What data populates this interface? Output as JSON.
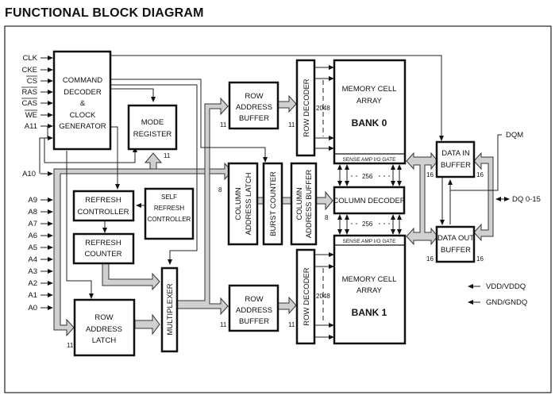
{
  "title": "FUNCTIONAL BLOCK DIAGRAM",
  "inputs": {
    "control": [
      "CLK",
      "CKE",
      "CS",
      "RAS",
      "CAS",
      "WE",
      "A11"
    ],
    "overlined": [
      "CS",
      "RAS",
      "CAS",
      "WE"
    ],
    "a10": "A10",
    "address": [
      "A9",
      "A8",
      "A7",
      "A6",
      "A5",
      "A4",
      "A3",
      "A2",
      "A1",
      "A0"
    ]
  },
  "blocks": {
    "command_decoder": [
      "COMMAND",
      "DECODER",
      "&",
      "CLOCK",
      "GENERATOR"
    ],
    "mode_register": [
      "MODE",
      "REGISTER"
    ],
    "refresh_controller": [
      "REFRESH",
      "CONTROLLER"
    ],
    "self_refresh_controller": [
      "SELF",
      "REFRESH",
      "CONTROLLER"
    ],
    "refresh_counter": [
      "REFRESH",
      "COUNTER"
    ],
    "row_address_latch": [
      "ROW",
      "ADDRESS",
      "LATCH"
    ],
    "multiplexer": "MULTIPLEXER",
    "row_address_buffer_0": [
      "ROW",
      "ADDRESS",
      "BUFFER"
    ],
    "row_address_buffer_1": [
      "ROW",
      "ADDRESS",
      "BUFFER"
    ],
    "row_decoder_0": "ROW DECODER",
    "row_decoder_1": "ROW DECODER",
    "column_address_latch": [
      "COLUMN",
      "ADDRESS LATCH"
    ],
    "burst_counter": "BURST COUNTER",
    "column_address_buffer": [
      "COLUMN",
      "ADDRESS BUFFER"
    ],
    "bank0": {
      "line1": "MEMORY CELL",
      "line2": "ARRAY",
      "name": "BANK 0",
      "sense": "SENSE AMP I/O GATE"
    },
    "bank1": {
      "line1": "MEMORY CELL",
      "line2": "ARRAY",
      "name": "BANK 1",
      "sense": "SENSE AMP I/O GATE"
    },
    "column_decoder": "COLUMN DECODER",
    "data_in_buffer": [
      "DATA IN",
      "BUFFER"
    ],
    "data_out_buffer": [
      "DATA OUT",
      "BUFFER"
    ]
  },
  "bus_widths": {
    "mode_reg": "11",
    "row_latch": "11",
    "row_buf0_in": "11",
    "row_buf0_out": "11",
    "row_buf1_in": "11",
    "row_buf1_out": "11",
    "col_latch_in": "8",
    "col_buf_out": "8",
    "rows0": "2048",
    "rows1": "2048",
    "cols_top": "256",
    "cols_bot": "256",
    "din_left": "16",
    "din_right": "16",
    "dout_left": "16",
    "dout_right": "16"
  },
  "signals": {
    "dqm": "DQM",
    "dq": "DQ 0-15",
    "vdd": "VDD/VDDQ",
    "gnd": "GND/GNDQ"
  }
}
